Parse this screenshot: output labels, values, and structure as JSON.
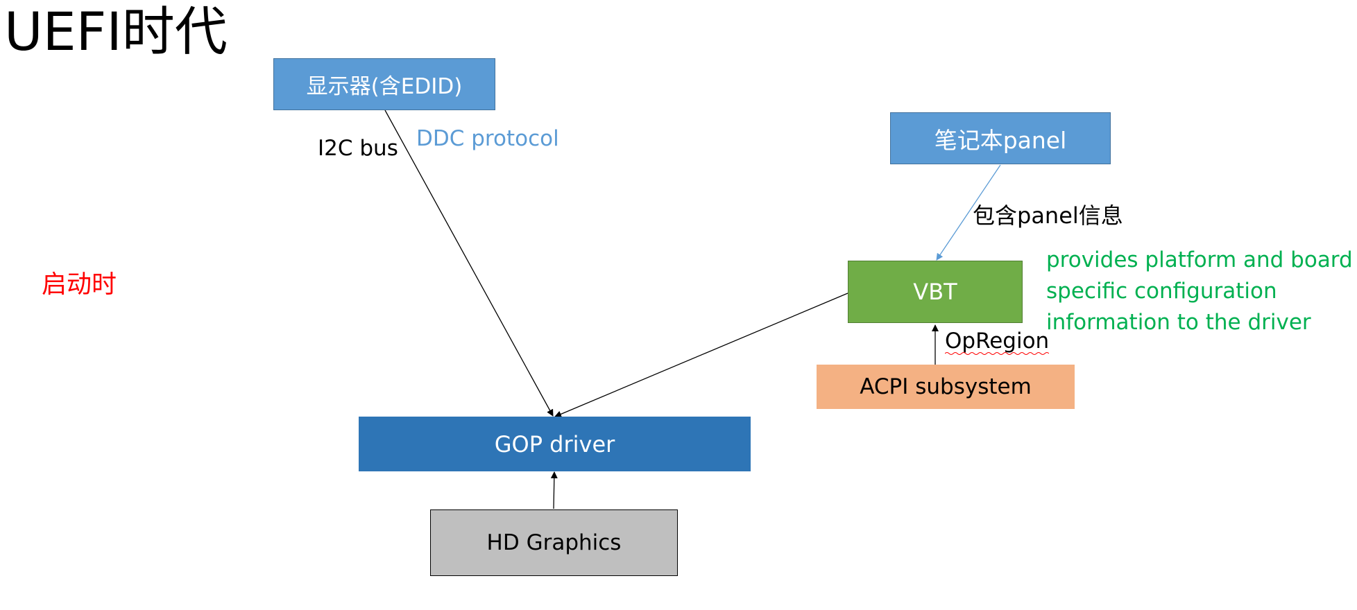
{
  "title": "UEFI时代",
  "nodes": {
    "monitor": "显示器(含EDID)",
    "laptop_panel": "笔记本panel",
    "vbt": "VBT",
    "acpi": "ACPI subsystem",
    "gop": "GOP driver",
    "hd_graphics": "HD Graphics"
  },
  "edge_labels": {
    "i2c_bus": "I2C bus",
    "ddc_protocol": "DDC protocol",
    "contains_panel_info": "包含panel信息",
    "opregion": "OpRegion"
  },
  "side_label": "启动时",
  "vbt_note": [
    "provides platform and board",
    "specific configuration",
    "information to the driver"
  ],
  "colors": {
    "node_blue": "#5b9bd5",
    "gop_blue": "#2e75b6",
    "vbt_green": "#70ad47",
    "acpi_orange": "#f4b183",
    "hd_gray": "#bfbfbf",
    "note_green": "#00b050",
    "startup_red": "#ff0000",
    "ddc_blue": "#5b9bd5"
  }
}
